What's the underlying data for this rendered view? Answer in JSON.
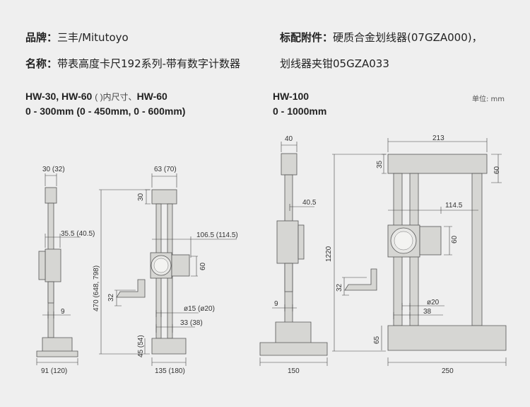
{
  "header": {
    "brand_label": "品牌：",
    "brand_value": "三丰/Mitutoyo",
    "name_label": "名称：",
    "name_value": "带表高度卡尺192系列-带有数字计数器",
    "accessory_label": "标配附件：",
    "accessory_value_line1": "硬质合金划线器(07GZA000)，",
    "accessory_value_line2": "划线器夹钳05GZA033"
  },
  "left_diagram": {
    "title_models": "HW-30, HW-60",
    "title_note": "( )内尺寸、",
    "title_model2": "HW-60",
    "range": "0 - 300mm (0 - 450mm, 0 - 600mm)",
    "dims": {
      "head_width": "30 (32)",
      "scriber_offset": "35.5 (40.5)",
      "scriber_thk": "9",
      "base_depth": "91 (120)",
      "top_width": "63 (70)",
      "top_height": "30",
      "total_height": "470 (648, 798)",
      "counter_reach": "106.5 (114.5)",
      "counter_height": "60",
      "scriber_height": "32",
      "column_dia": "ø15 (ø20)",
      "column_pitch": "33 (38)",
      "base_height": "45 (54)",
      "base_width": "135 (180)"
    }
  },
  "right_diagram": {
    "title": "HW-100",
    "range": "0 - 1000mm",
    "unit": "单位: mm",
    "dims": {
      "head_width": "40",
      "scriber_offset": "40.5",
      "scriber_thk": "9",
      "base_depth": "150",
      "top_width": "213",
      "top_height": "35",
      "top_right": "60",
      "total_height": "1220",
      "counter_reach": "114.5",
      "counter_height": "60",
      "scriber_height": "32",
      "column_dia": "ø20",
      "column_pitch": "38",
      "base_height": "65",
      "base_width": "250"
    }
  }
}
